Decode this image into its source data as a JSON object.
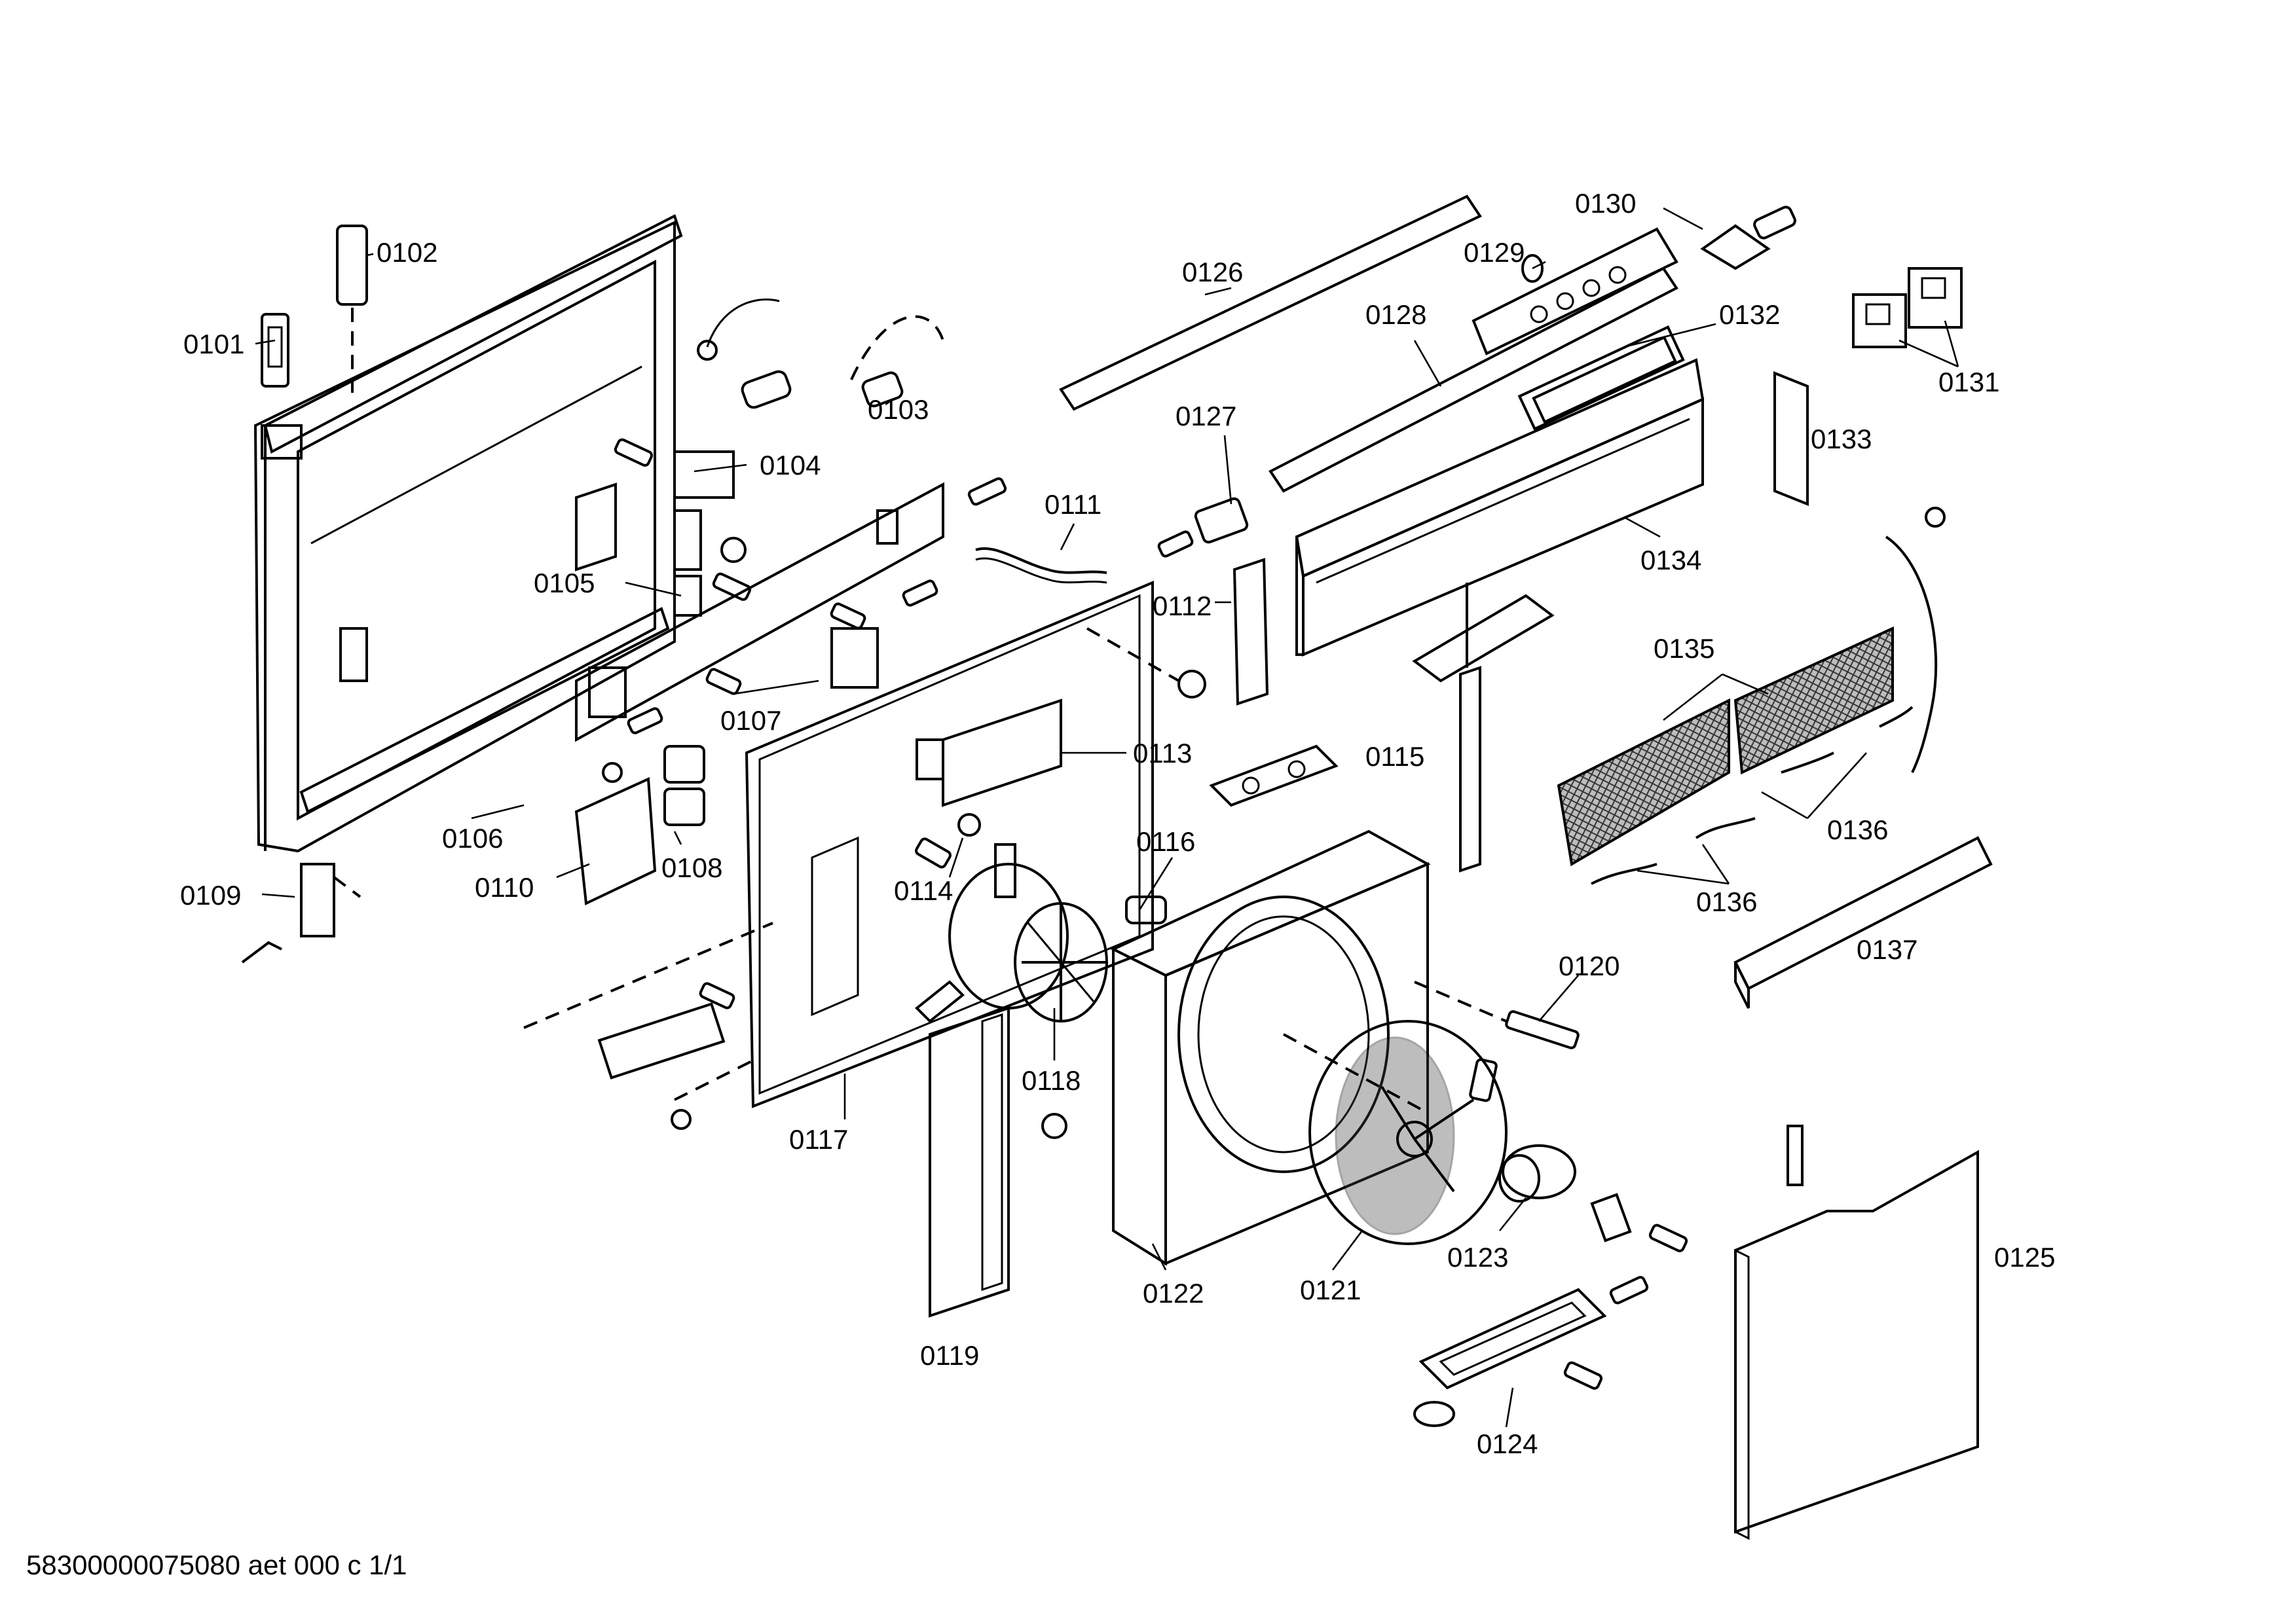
{
  "labels": {
    "p0101": "0101",
    "p0102": "0102",
    "p0103": "0103",
    "p0104": "0104",
    "p0105": "0105",
    "p0106": "0106",
    "p0107": "0107",
    "p0108": "0108",
    "p0109": "0109",
    "p0110": "0110",
    "p0111": "0111",
    "p0112": "0112",
    "p0113": "0113",
    "p0114": "0114",
    "p0115": "0115",
    "p0116": "0116",
    "p0117": "0117",
    "p0118": "0118",
    "p0119": "0119",
    "p0120": "0120",
    "p0121": "0121",
    "p0122": "0122",
    "p0123": "0123",
    "p0124": "0124",
    "p0125": "0125",
    "p0126": "0126",
    "p0127": "0127",
    "p0128": "0128",
    "p0129": "0129",
    "p0130": "0130",
    "p0131": "0131",
    "p0132": "0132",
    "p0133": "0133",
    "p0134": "0134",
    "p0135": "0135",
    "p0136a": "0136",
    "p0136b": "0136",
    "p0137": "0137"
  },
  "footer": {
    "document_id": "58300000075080 aet 000 c 1/1"
  }
}
